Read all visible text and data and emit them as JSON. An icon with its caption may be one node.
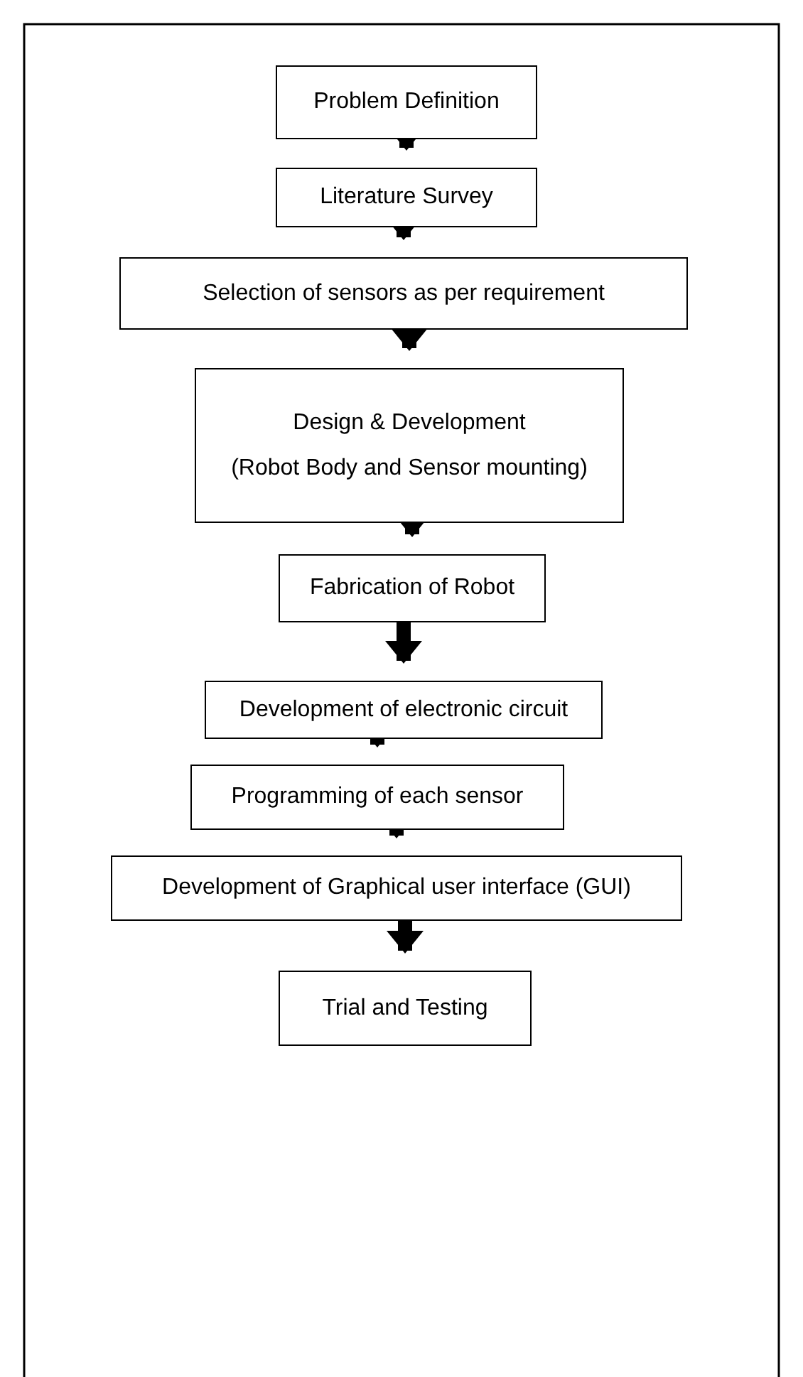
{
  "diagram": {
    "nodes": [
      {
        "text": [
          "Problem Definition"
        ]
      },
      {
        "text": [
          "Literature Survey"
        ]
      },
      {
        "text": [
          "Selection of sensors as per requirement"
        ]
      },
      {
        "text": [
          "Design & Development",
          "(Robot Body and Sensor mounting)"
        ]
      },
      {
        "text": [
          "Fabrication of Robot"
        ]
      },
      {
        "text": [
          "Development of electronic circuit"
        ]
      },
      {
        "text": [
          "Programming of each sensor"
        ]
      },
      {
        "text": [
          "Development of Graphical user interface (GUI)"
        ]
      },
      {
        "text": [
          "Trial and Testing"
        ]
      }
    ],
    "edges": [
      {
        "from": 0,
        "to": 1,
        "arrow": "to"
      },
      {
        "from": 1,
        "to": 2,
        "arrow": "to"
      },
      {
        "from": 2,
        "to": 3,
        "arrow": "to"
      },
      {
        "from": 3,
        "to": 4,
        "arrow": "to"
      },
      {
        "from": 4,
        "to": 5,
        "arrow": "to"
      },
      {
        "from": 5,
        "to": 6,
        "arrow": "to"
      },
      {
        "from": 6,
        "to": 7,
        "arrow": "to"
      },
      {
        "from": 7,
        "to": 8,
        "arrow": "to"
      }
    ]
  }
}
